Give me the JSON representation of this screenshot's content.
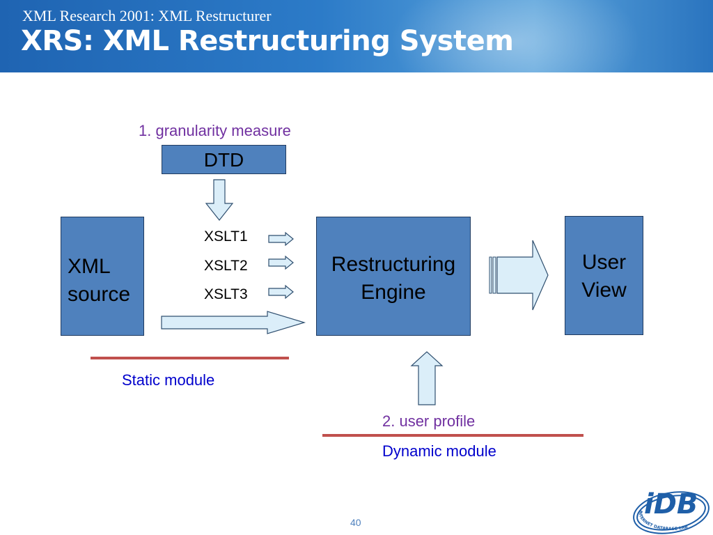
{
  "slide": {
    "subtitle": "XML Research 2001: XML Restructurer",
    "title": "XRS: XML Restructuring System",
    "page_number": "40"
  },
  "diagram": {
    "granularity_label": "1. granularity measure",
    "dtd_label": "DTD",
    "xml_source_line1": "XML",
    "xml_source_line2": "source",
    "xslt": [
      "XSLT1",
      "XSLT2",
      "XSLT3"
    ],
    "engine_line1": "Restructuring",
    "engine_line2": "Engine",
    "user_view_line1": "User",
    "user_view_line2": "View",
    "static_module": "Static module",
    "user_profile_label": "2. user profile",
    "dynamic_module": "Dynamic module"
  },
  "logo": {
    "text": "iDB",
    "ring_text": "INTERNET DATABASE LAB"
  },
  "colors": {
    "header_blue": "#2c7bc8",
    "box_fill": "#4f81bd",
    "arrow_fill": "#dbeef9",
    "red_line": "#c0504d",
    "purple_text": "#7030a0",
    "blue_text": "#0000cc"
  }
}
